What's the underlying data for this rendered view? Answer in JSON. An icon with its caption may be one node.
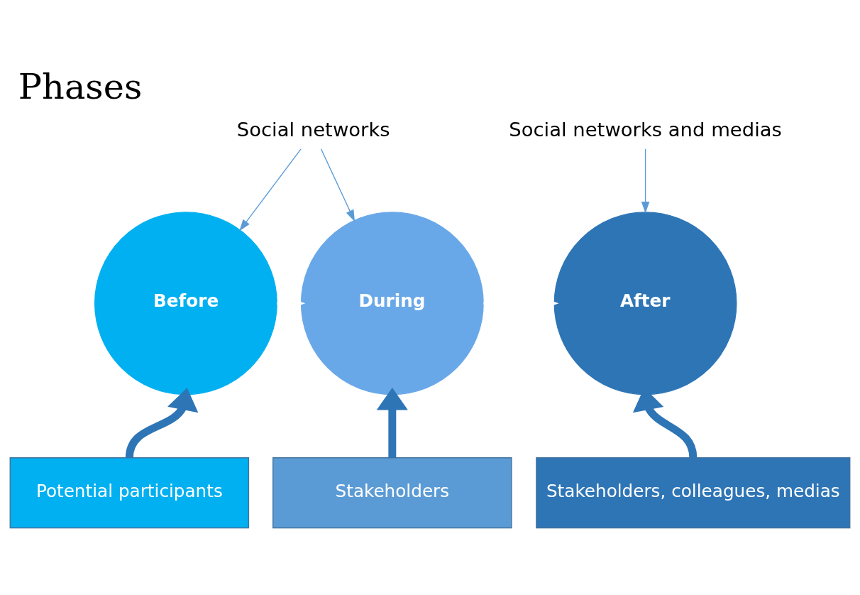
{
  "diagram": {
    "title": "Phases",
    "nodes": [
      {
        "text": [
          "Social networks"
        ]
      },
      {
        "text": [
          "Social networks and medias"
        ]
      },
      {
        "text": [
          "Before"
        ]
      },
      {
        "text": [
          "During"
        ]
      },
      {
        "text": [
          "After"
        ]
      },
      {
        "text": [
          "Potential participants"
        ]
      },
      {
        "text": [
          "Stakeholders"
        ]
      },
      {
        "text": [
          "Stakeholders, colleagues, medias"
        ]
      }
    ],
    "edges": [
      {
        "from": 0,
        "to": 2,
        "arrow": "to"
      },
      {
        "from": 0,
        "to": 3,
        "arrow": "to"
      },
      {
        "from": 1,
        "to": 4,
        "arrow": "to"
      },
      {
        "from": 2,
        "to": 3,
        "arrow": "to",
        "color": "#ffffff"
      },
      {
        "from": 3,
        "to": 4,
        "arrow": "to",
        "color": "#ffffff"
      },
      {
        "from": 5,
        "to": 2,
        "arrow": "to",
        "style": "thick",
        "color": "#2e75b6"
      },
      {
        "from": 6,
        "to": 3,
        "arrow": "to",
        "style": "thick",
        "color": "#2e75b6"
      },
      {
        "from": 7,
        "to": 4,
        "arrow": "to",
        "style": "thick",
        "color": "#2e75b6"
      }
    ]
  }
}
